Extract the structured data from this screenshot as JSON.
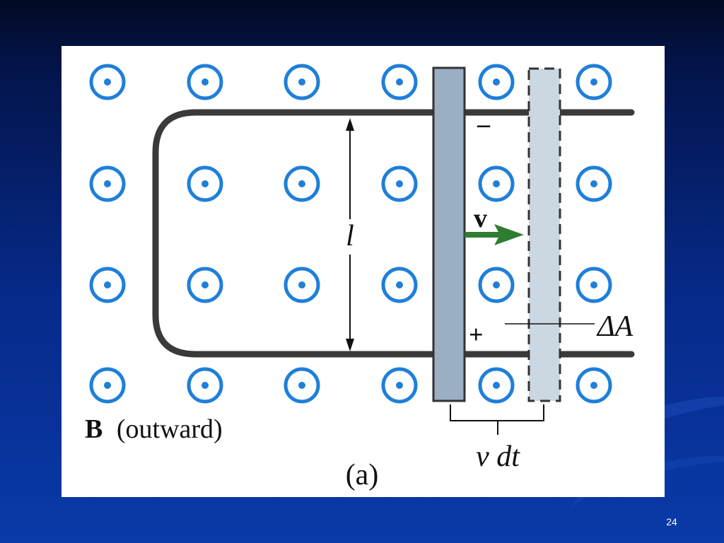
{
  "figure": {
    "labels": {
      "minus": "–",
      "plus": "+",
      "length": "l",
      "velocity": "v",
      "delta_area": "ΔA",
      "field_symbol": "B",
      "field_direction": "(outward)",
      "displacement": "v dt",
      "subfigure": "(a)"
    },
    "field_symbol_icon": "dot-in-circle",
    "colors": {
      "field": "#1f7fd9",
      "rails": "#3a3a3a",
      "rod": "#9aaec4",
      "rod_ghost": "#cbd8e2",
      "velocity": "#2e7d32"
    }
  },
  "slide": {
    "number": "24"
  }
}
